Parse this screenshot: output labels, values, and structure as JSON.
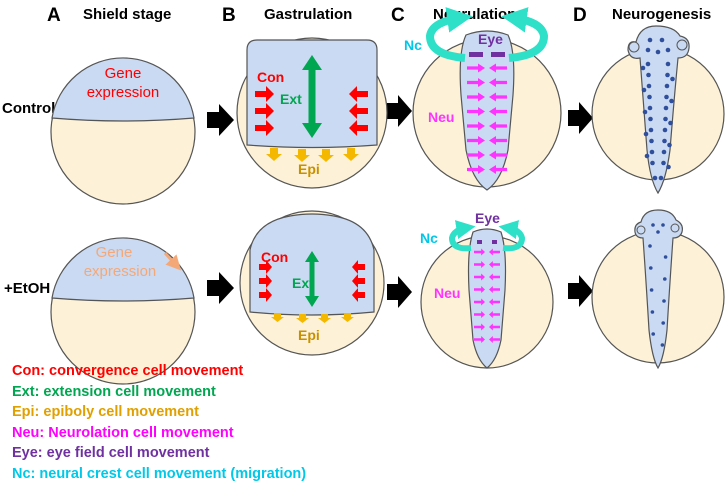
{
  "panels": [
    {
      "letter": "A",
      "title": "Shield stage"
    },
    {
      "letter": "B",
      "title": "Gastrulation"
    },
    {
      "letter": "C",
      "title": "Neurulation"
    },
    {
      "letter": "D",
      "title": "Neurogenesis"
    }
  ],
  "rows": [
    {
      "label": "Control"
    },
    {
      "label": "+EtOH"
    }
  ],
  "gene_expression": {
    "line1": "Gene",
    "line2": "expression"
  },
  "tags": {
    "con": "Con",
    "ext": "Ext",
    "epi": "Epi",
    "neu": "Neu",
    "eye": "Eye",
    "nc": "Nc"
  },
  "legend": [
    {
      "text": "Con: convergence cell movement",
      "color": "#ff0000"
    },
    {
      "text": "Ext: extension cell movement",
      "color": "#00a650"
    },
    {
      "text": "Epi: epiboly cell movement",
      "color": "#e0a000"
    },
    {
      "text": "Neu: Neurolation cell movement",
      "color": "#ff00ff"
    },
    {
      "text": "Eye: eye field cell movement",
      "color": "#7030a0"
    },
    {
      "text": "Nc: neural crest cell movement (migration)",
      "color": "#00c8e8"
    }
  ],
  "colors": {
    "yolk": "#fdf2d8",
    "tissue": "#c9daf2",
    "outline": "#555555",
    "dots": "#2f4e9c",
    "con": "#ff0000",
    "ext": "#00a650",
    "epi": "#f5b800",
    "epi_text": "#c89000",
    "neu": "#ff33ff",
    "eye": "#7030a0",
    "nc": "#2ee0c8",
    "nc_text": "#00c8e8",
    "gene_control": "#ff0000",
    "gene_etoh": "#f4a878"
  }
}
